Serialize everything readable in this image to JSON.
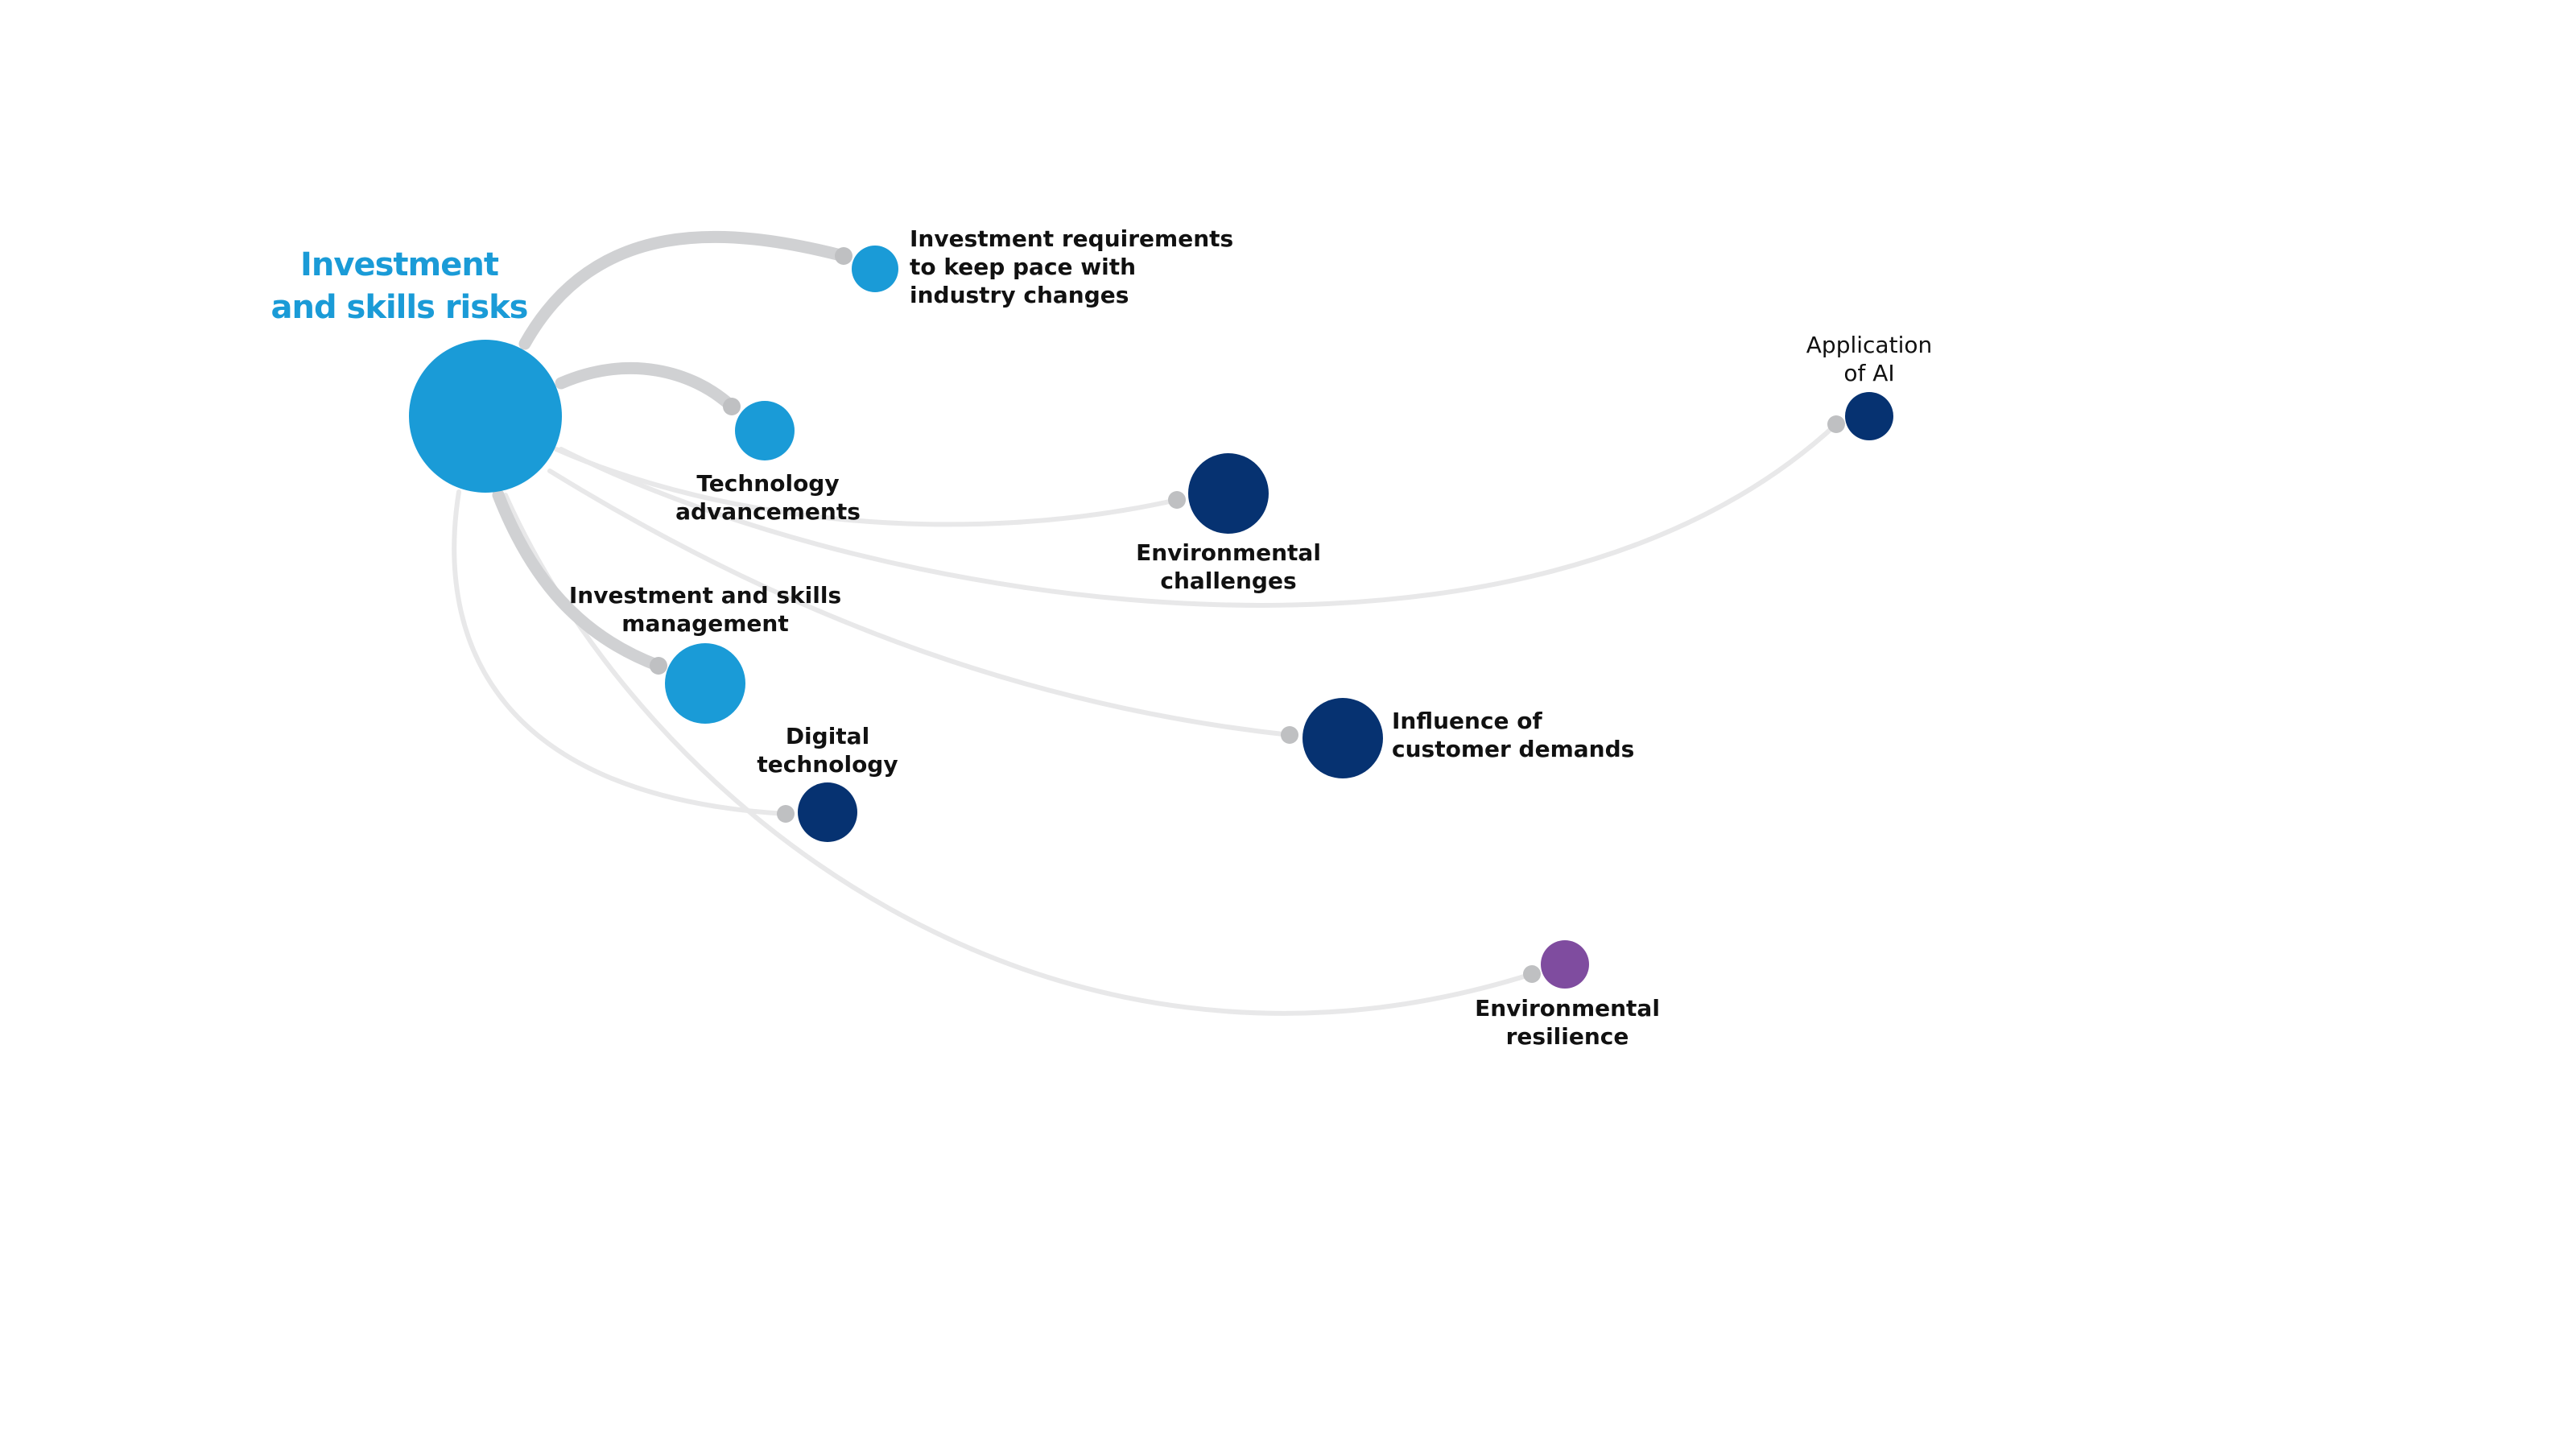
{
  "title": {
    "lines": [
      "Investment",
      "and skills risks"
    ]
  },
  "colors": {
    "hub": "#1a9bd7",
    "light": "#1a9bd7",
    "navy": "#063271",
    "purple": "#7f4c9f",
    "edge_strong": "#d0d1d3",
    "edge_weak": "#e8e8e9",
    "endpoint": "#bfc0c2"
  },
  "nodes": [
    {
      "id": "investment-requirements",
      "lines": [
        "Investment requirements",
        "to keep pace with",
        "industry changes"
      ],
      "color": "light",
      "link": "strong"
    },
    {
      "id": "technology-advancements",
      "lines": [
        "Technology",
        "advancements"
      ],
      "color": "light",
      "link": "strong"
    },
    {
      "id": "environmental-challenges",
      "lines": [
        "Environmental",
        "challenges"
      ],
      "color": "navy",
      "link": "weak"
    },
    {
      "id": "application-of-ai",
      "lines": [
        "Application",
        "of AI"
      ],
      "color": "navy",
      "link": "weak"
    },
    {
      "id": "investment-skills-management",
      "lines": [
        "Investment and skills",
        "management"
      ],
      "color": "light",
      "link": "strong"
    },
    {
      "id": "influence-customer-demands",
      "lines": [
        "Influence of",
        "customer demands"
      ],
      "color": "navy",
      "link": "weak"
    },
    {
      "id": "digital-technology",
      "lines": [
        "Digital",
        "technology"
      ],
      "color": "navy",
      "link": "weak"
    },
    {
      "id": "environmental-resilience",
      "lines": [
        "Environmental",
        "resilience"
      ],
      "color": "purple",
      "link": "weak"
    }
  ]
}
